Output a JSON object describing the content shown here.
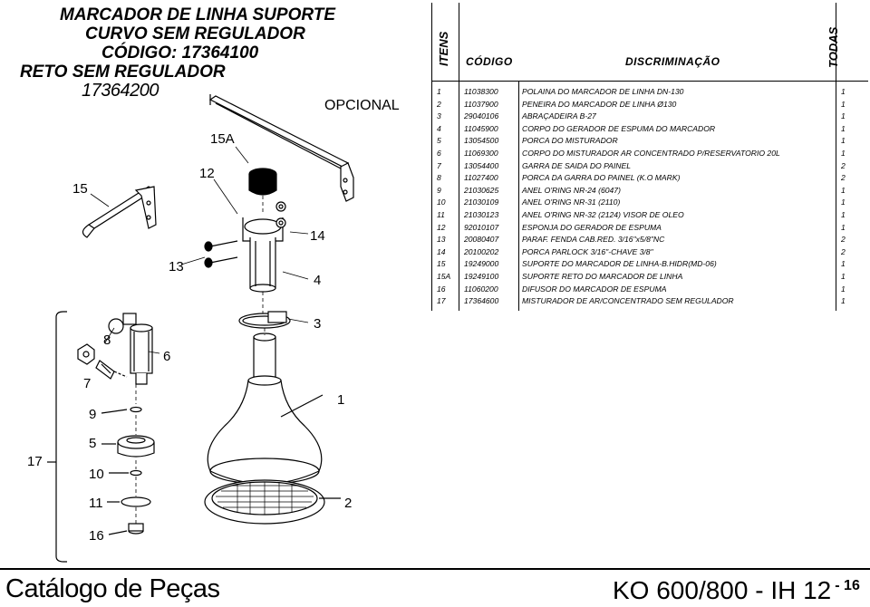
{
  "title": {
    "line1": "MARCADOR DE LINHA SUPORTE",
    "line2": "CURVO SEM REGULADOR",
    "line3": "CÓDIGO: 17364100",
    "line4": "RETO SEM REGULADOR",
    "line5": "17364200"
  },
  "opcional": "OPCIONAL",
  "callouts": {
    "c1": "1",
    "c2": "2",
    "c3": "3",
    "c4": "4",
    "c5": "5",
    "c6": "6",
    "c7": "7",
    "c8": "8",
    "c9": "9",
    "c10": "10",
    "c11": "11",
    "c12": "12",
    "c13": "13",
    "c14": "14",
    "c15": "15",
    "c15a": "15A",
    "c16": "16",
    "c17": "17"
  },
  "table": {
    "headers": {
      "itens": "ITENS",
      "codigo": "CÓDIGO",
      "discriminacao": "DISCRIMINAÇÃO",
      "todas": "TODAS"
    },
    "rows": [
      {
        "item": "1",
        "code": "11038300",
        "desc": "POLAINA DO MARCADOR DE LINHA DN-130",
        "qty": "1"
      },
      {
        "item": "2",
        "code": "11037900",
        "desc": "PENEIRA DO MARCADOR DE LINHA Ø130",
        "qty": "1"
      },
      {
        "item": "3",
        "code": "29040106",
        "desc": "ABRAÇADEIRA B-27",
        "qty": "1"
      },
      {
        "item": "4",
        "code": "11045900",
        "desc": "CORPO DO GERADOR DE ESPUMA DO MARCADOR",
        "qty": "1"
      },
      {
        "item": "5",
        "code": "13054500",
        "desc": "PORCA DO MISTURADOR",
        "qty": "1"
      },
      {
        "item": "6",
        "code": "11069300",
        "desc": "CORPO DO MISTURADOR AR CONCENTRADO P/RESERVATORIO 20L",
        "qty": "1"
      },
      {
        "item": "7",
        "code": "13054400",
        "desc": "GARRA DE SAIDA DO PAINEL",
        "qty": "2"
      },
      {
        "item": "8",
        "code": "11027400",
        "desc": "PORCA DA GARRA DO PAINEL (K.O  MARK)",
        "qty": "2"
      },
      {
        "item": "9",
        "code": "21030625",
        "desc": "ANEL O'RING NR-24 (6047)",
        "qty": "1"
      },
      {
        "item": "10",
        "code": "21030109",
        "desc": "ANEL O'RING NR-31 (2110)",
        "qty": "1"
      },
      {
        "item": "11",
        "code": "21030123",
        "desc": "ANEL O'RING NR-32 (2124) VISOR DE OLEO",
        "qty": "1"
      },
      {
        "item": "12",
        "code": "92010107",
        "desc": "ESPONJA DO GERADOR DE ESPUMA",
        "qty": "1"
      },
      {
        "item": "13",
        "code": "20080407",
        "desc": "PARAF. FENDA CAB.RED. 3/16\"x5/8\"NC",
        "qty": "2"
      },
      {
        "item": "14",
        "code": "20100202",
        "desc": "PORCA PARLOCK 3/16\"-CHAVE 3/8\"",
        "qty": "2"
      },
      {
        "item": "15",
        "code": "19249000",
        "desc": "SUPORTE DO MARCADOR DE LINHA-B.HIDR(MD-06)",
        "qty": "1"
      },
      {
        "item": "15A",
        "code": "19249100",
        "desc": "SUPORTE RETO DO MARCADOR DE LINHA",
        "qty": "1"
      },
      {
        "item": "16",
        "code": "11060200",
        "desc": "DIFUSOR DO MARCADOR DE ESPUMA",
        "qty": "1"
      },
      {
        "item": "17",
        "code": "17364600",
        "desc": "MISTURADOR DE AR/CONCENTRADO SEM REGULADOR",
        "qty": "1"
      }
    ]
  },
  "footer": {
    "left": "Catálogo de Peças",
    "right": "KO 600/800 - IH 12",
    "page": "- 16"
  }
}
